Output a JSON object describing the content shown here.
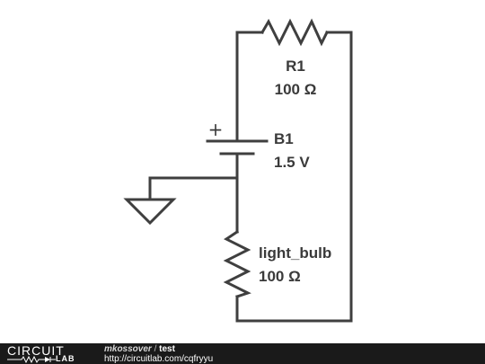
{
  "circuit": {
    "r1": {
      "name": "R1",
      "value": "100 Ω"
    },
    "b1": {
      "name": "B1",
      "value": "1.5 V",
      "polarity": "+"
    },
    "bulb": {
      "name": "light_bulb",
      "value": "100 Ω"
    }
  },
  "footer": {
    "logo": {
      "word_top": "CIRCUIT",
      "word_bottom": "LAB"
    },
    "author": "mkossover",
    "separator": "/",
    "title": "test",
    "url": "http://circuitlab.com/cqfryyu"
  },
  "colors": {
    "wire": "#3f3f3f",
    "text": "#3a3a3a",
    "footer_bg": "#1a1a1a"
  }
}
